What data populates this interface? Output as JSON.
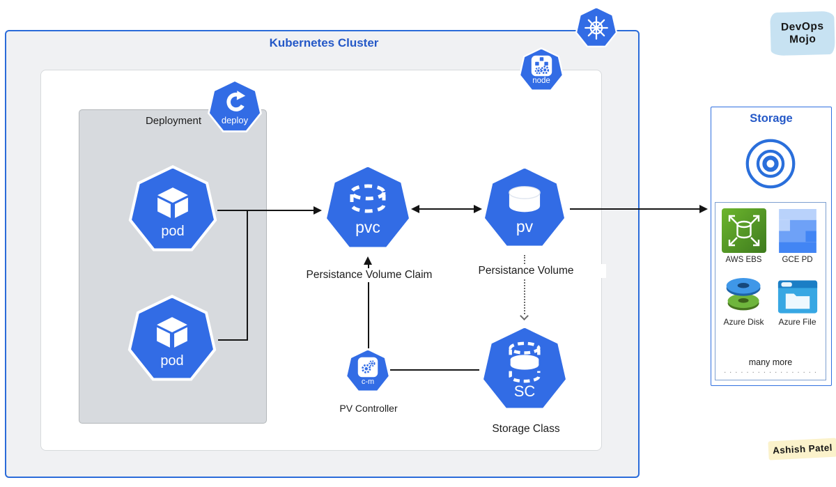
{
  "colors": {
    "k8s_blue": "#326ce5",
    "cluster_border": "#2a6bd9",
    "cluster_fill": "#f0f1f3",
    "inner_border": "#d7dadc",
    "deployment_fill": "#d7dade",
    "deployment_border": "#b3b7ba",
    "heading_blue": "#2458c7",
    "line_color": "#141414",
    "text_color": "#1c1c1c",
    "storage_border": "#2f6fe0",
    "providers_border": "#7d9fd0",
    "brand_badge_bg": "#c7e2f2",
    "author_badge_bg": "#fbf2cb"
  },
  "cluster": {
    "title": "Kubernetes Cluster"
  },
  "deployment": {
    "label": "Deployment",
    "badge_label": "deploy"
  },
  "node_badge": {
    "label": "node"
  },
  "pods": {
    "pod1_label": "pod",
    "pod2_label": "pod"
  },
  "pvc": {
    "label": "pvc",
    "caption": "Persistance Volume Claim"
  },
  "pv": {
    "label": "pv",
    "caption": "Persistance Volume"
  },
  "sc": {
    "label": "SC",
    "caption": "Storage Class"
  },
  "controller": {
    "label": "c-m",
    "caption": "PV Controller"
  },
  "storage": {
    "title": "Storage",
    "providers": [
      {
        "name": "AWS EBS"
      },
      {
        "name": "GCE PD"
      },
      {
        "name": "Azure Disk"
      },
      {
        "name": "Azure File"
      }
    ],
    "more_label": "many more",
    "dots": ". . . . . . . . . . . . . . . . ."
  },
  "badges": {
    "brand_line1": "DevOps",
    "brand_line2": "Mojo",
    "author": "Ashish Patel"
  }
}
